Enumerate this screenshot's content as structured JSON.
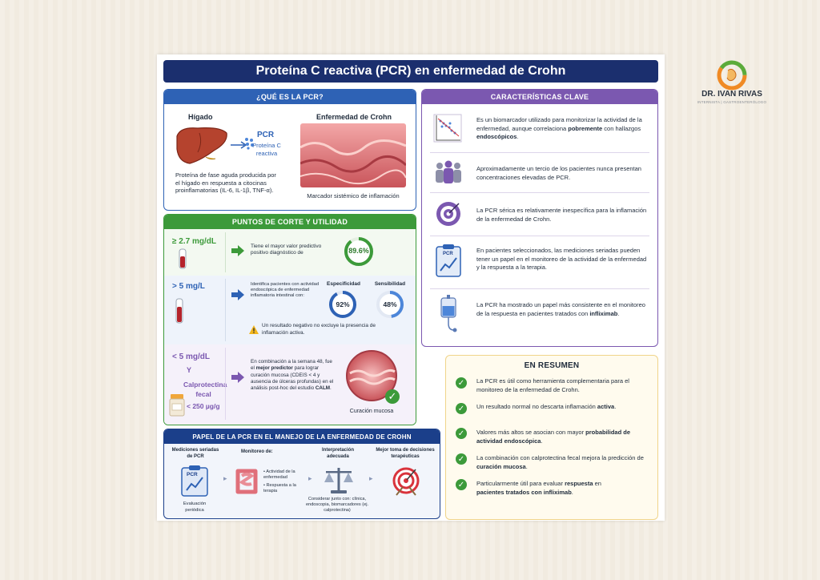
{
  "title": "Proteína C reactiva (PCR) en enfermedad de Crohn",
  "brand": {
    "name": "DR. IVAN RIVAS",
    "tagline": "INTERNISTA | GASTROENTERÓLOGO"
  },
  "que_es": {
    "header": "¿QUÉ ES LA PCR?",
    "liver_label": "Hígado",
    "pcr_label": "PCR",
    "pcr_sub": "Proteína C reactiva",
    "crohn_label": "Enfermedad de Crohn",
    "description": "Proteína de fase aguda producida por el hígado en respuesta a citocinas proinflamatorias (IL-6, IL-1β, TNF-α).",
    "marker": "Marcador sistémico de inflamación"
  },
  "puntos": {
    "header": "PUNTOS DE CORTE Y UTILIDAD",
    "row1": {
      "cutoff": "≥ 2.7 mg/dL",
      "text": "Tiene el mayor valor predictivo positivo diagnóstico de",
      "value": "89.6%",
      "fraction": 0.896
    },
    "row2": {
      "cutoff": "> 5 mg/L",
      "text": "Identifica pacientes con actividad endoscópica de enfermedad inflamatoria intestinal con:",
      "spec_label": "Especificidad",
      "spec_value": "92%",
      "spec_fraction": 0.92,
      "sens_label": "Sensibilidad",
      "sens_value": "48%",
      "sens_fraction": 0.48,
      "warning": "Un resultado negativo no excluye la presencia de inflamación activa."
    },
    "row3": {
      "cutoff": "< 5 mg/dL",
      "and": "Y",
      "calpro": "Calprotectina fecal",
      "calpro_value": "< 250 µg/g",
      "text_a": "En combinación a la semana 48, fue el ",
      "text_bold": "mejor predictor",
      "text_b": " para lograr curación mucosa (CDEIS < 4 y ausencia de úlceras profundas) en el análisis post-hoc del estudio ",
      "text_bold2": "CALM",
      "text_end": ".",
      "healing": "Curación mucosa"
    }
  },
  "papel": {
    "header": "PAPEL DE LA PCR EN EL MANEJO DE LA ENFERMEDAD DE CROHN",
    "steps": [
      {
        "title": "Mediciones seriadas de PCR",
        "caption": "Evaluación periódica"
      },
      {
        "title": "Monitoreo de:",
        "bullets": [
          "Actividad de la enfermedad",
          "Respuesta a la terapia"
        ]
      },
      {
        "title": "Interpretación adecuada",
        "caption": "Considerar junto con: clínica, endoscopia, biomarcadores (ej. calprotectina)"
      },
      {
        "title": "Mejor toma de decisiones terapéuticas"
      }
    ],
    "clipboard_label": "PCR"
  },
  "caracteristicas": {
    "header": "CARACTERÍSTICAS CLAVE",
    "items": [
      {
        "icon": "scatter-plot-icon",
        "parts": [
          "Es un biomarcador utilizado para monitorizar la actividad de la enfermedad, aunque correlaciona ",
          "pobremente",
          " con hallazgos ",
          "endoscópicos",
          "."
        ]
      },
      {
        "icon": "people-icon",
        "parts": [
          "Aproximadamente un tercio de los pacientes nunca presentan concentraciones elevadas de PCR."
        ]
      },
      {
        "icon": "target-icon",
        "parts": [
          "La PCR sérica es relativamente inespecífica para la inflamación de la enfermedad de Crohn."
        ]
      },
      {
        "icon": "clipboard-icon",
        "label": "PCR",
        "parts": [
          "En pacientes seleccionados, las mediciones seriadas pueden tener un papel en el monitoreo de la actividad de la enfermedad y la respuesta a la terapia."
        ]
      },
      {
        "icon": "iv-bag-icon",
        "parts": [
          "La PCR ha mostrado un papel más consistente en el monitoreo de la respuesta en pacientes tratados con ",
          "infliximab",
          "."
        ]
      }
    ]
  },
  "resumen": {
    "header": "EN RESUMEN",
    "items": [
      {
        "a": "La PCR es útil como herramienta complementaria para el monitoreo de la enfermedad de Crohn.",
        "b": "",
        "c": ""
      },
      {
        "a": "Un resultado normal no descarta inflamación ",
        "b": "activa",
        "c": "."
      },
      {
        "a": "Valores más altos se asocian con mayor ",
        "b": "probabilidad de actividad endoscópica",
        "c": "."
      },
      {
        "a": "La combinación con calprotectina fecal mejora la predicción de ",
        "b": "curación mucosa",
        "c": "."
      },
      {
        "a": "Particularmente útil para evaluar ",
        "b": "respuesta",
        "c": " en "
      },
      {
        "a": "",
        "b": "pacientes tratados con infliximab",
        "c": "."
      }
    ]
  },
  "colors": {
    "navy": "#1b2f6e",
    "blue": "#2e62b5",
    "green": "#3c9a3a",
    "purple": "#7b58b0",
    "gold": "#f0d48a"
  }
}
